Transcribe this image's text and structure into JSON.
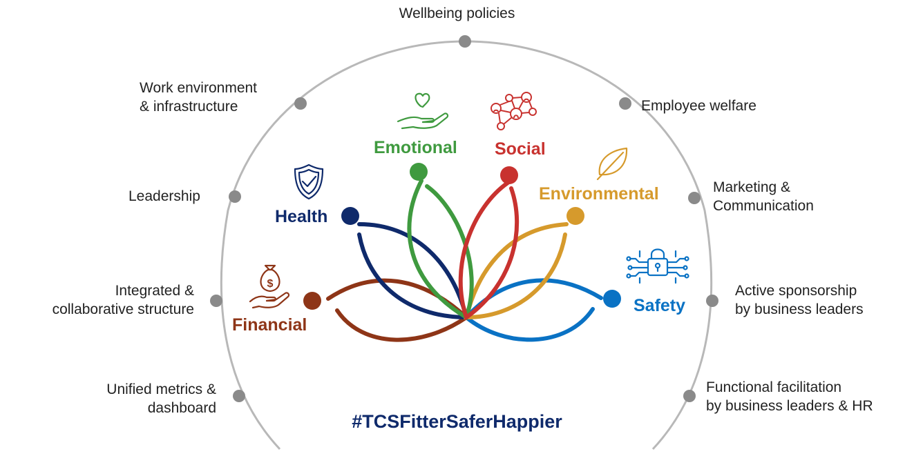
{
  "pillars": [
    {
      "id": "wellbeing",
      "label": "Wellbeing policies"
    },
    {
      "id": "work-env",
      "label": "Work environment\n& infrastructure"
    },
    {
      "id": "employee-welfare",
      "label": "Employee welfare"
    },
    {
      "id": "leadership",
      "label": "Leadership"
    },
    {
      "id": "marketing",
      "label": "Marketing &\nCommunication"
    },
    {
      "id": "integrated",
      "label": "Integrated &\ncollaborative structure"
    },
    {
      "id": "sponsorship",
      "label": "Active sponsorship\nby business leaders"
    },
    {
      "id": "metrics",
      "label": "Unified metrics &\ndashboard"
    },
    {
      "id": "facilitation",
      "label": "Functional facilitation\nby business leaders & HR"
    }
  ],
  "dimensions": [
    {
      "id": "emotional",
      "label": "Emotional",
      "color": "#3f9a3f",
      "icon": "hand-heart-icon"
    },
    {
      "id": "social",
      "label": "Social",
      "color": "#c8322f",
      "icon": "network-people-icon"
    },
    {
      "id": "environmental",
      "label": "Environmental",
      "color": "#d69a2c",
      "icon": "leaf-icon"
    },
    {
      "id": "health",
      "label": "Health",
      "color": "#0f2a6b",
      "icon": "shield-check-icon"
    },
    {
      "id": "safety",
      "label": "Safety",
      "color": "#0a72c4",
      "icon": "padlock-circuit-icon"
    },
    {
      "id": "financial",
      "label": "Financial",
      "color": "#8e3517",
      "icon": "money-bag-hand-icon"
    }
  ],
  "hashtag": {
    "text": "#TCSFitterSaferHappier",
    "color": "#0f2a6b"
  },
  "colors": {
    "arch": "#b8b8b8",
    "node": "#8a8a8a",
    "text": "#222222"
  }
}
